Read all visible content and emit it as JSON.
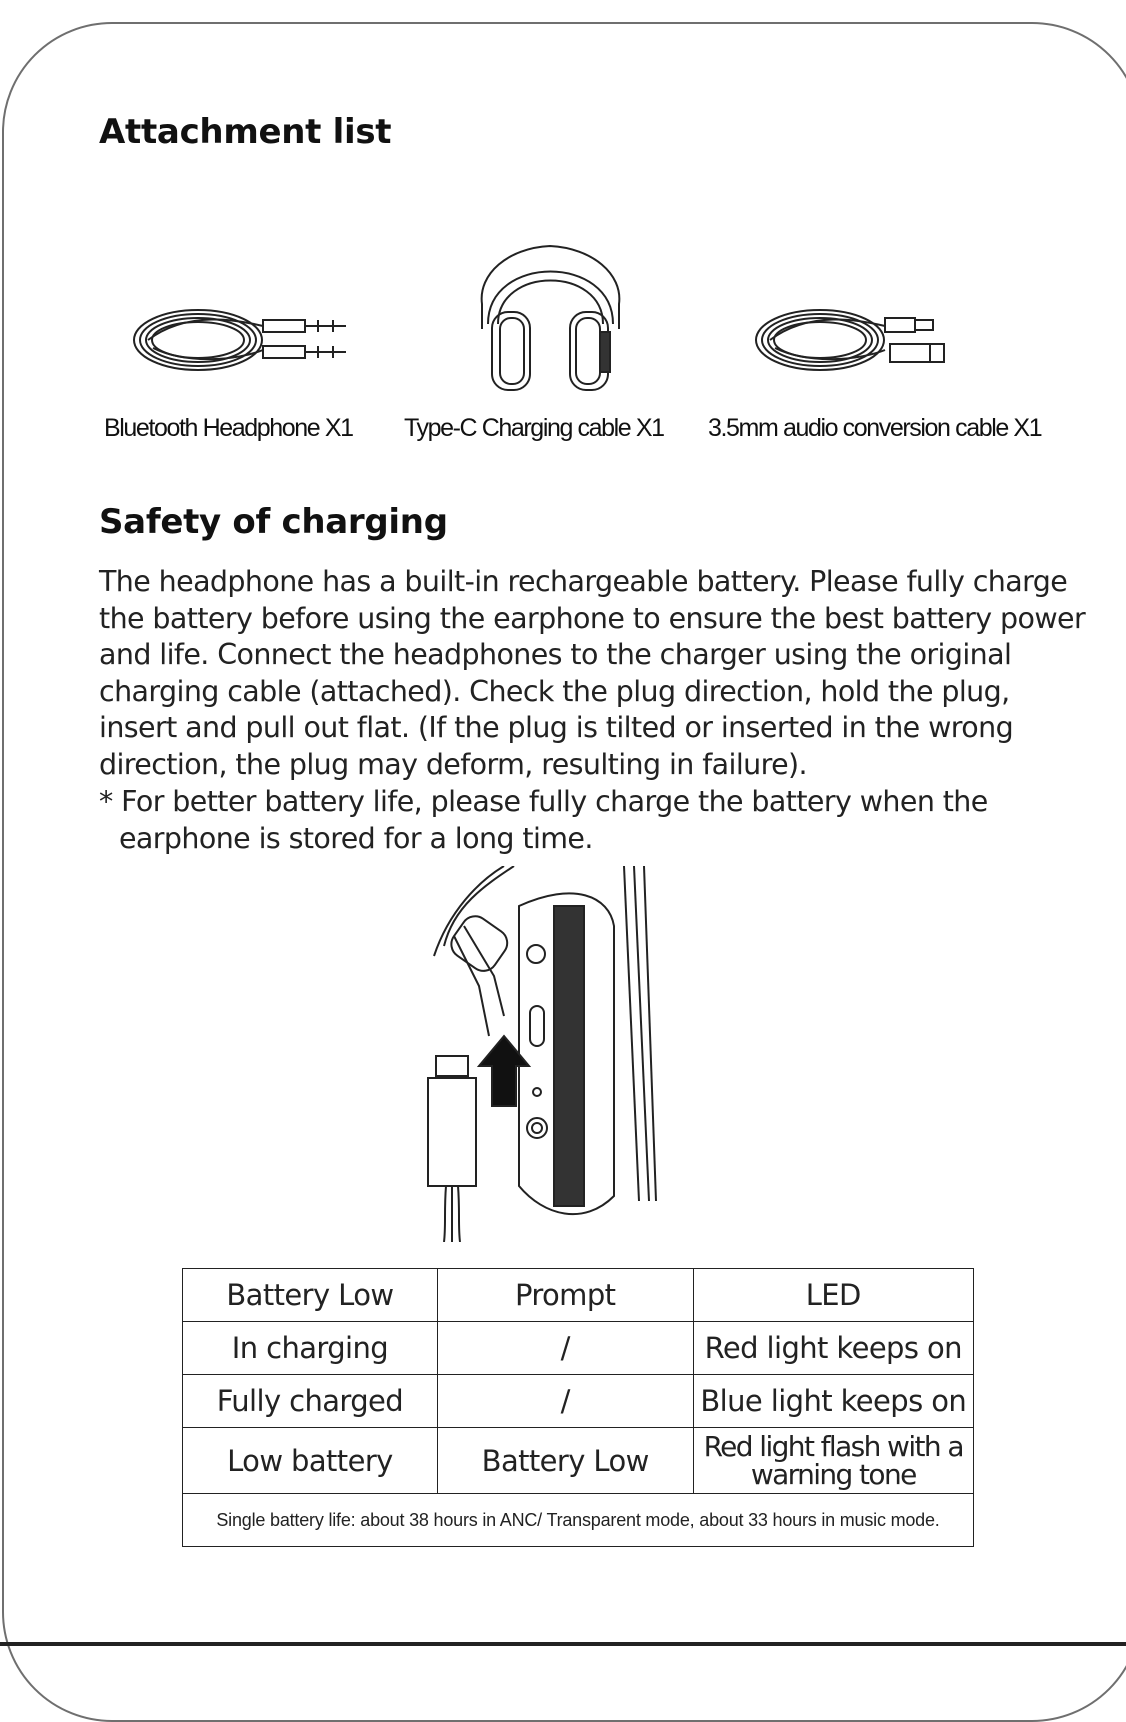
{
  "attachment": {
    "title": "Attachment list",
    "items": [
      {
        "caption": "Bluetooth Headphone X1"
      },
      {
        "caption": "Type-C Charging cable X1"
      },
      {
        "caption": "3.5mm audio conversion cable X1"
      }
    ]
  },
  "safety": {
    "title": "Safety of charging",
    "paragraph": "The headphone has a built-in rechargeable battery. Please fully charge the battery before using the earphone to ensure the best battery power and life. Connect the headphones to the charger using the original charging cable (attached). Check the plug direction, hold the plug, insert and pull out flat. (If the plug is tilted or inserted in the wrong direction, the plug may deform, resulting in failure).",
    "note": "* For better battery life, please fully charge the battery when the earphone is stored for a long time."
  },
  "table": {
    "header": [
      "Battery Low",
      "Prompt",
      "LED"
    ],
    "rows": [
      [
        "In charging",
        "/",
        "Red light keeps on"
      ],
      [
        "Fully charged",
        "/",
        "Blue light keeps on"
      ],
      [
        "Low battery",
        "Battery Low",
        "Red light flash with a warning tone"
      ]
    ],
    "footer": "Single battery life: about 38 hours in ANC/ Transparent mode, about 33 hours in music mode."
  }
}
